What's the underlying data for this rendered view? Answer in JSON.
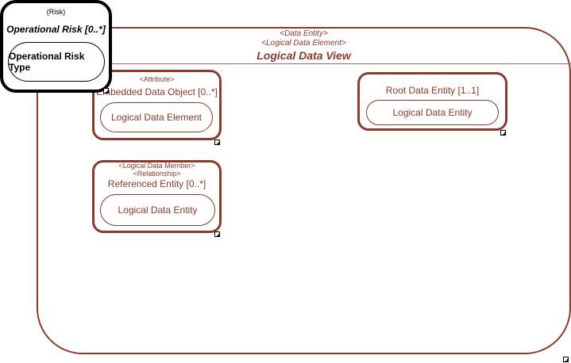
{
  "main": {
    "stereotype_1": "<Data Entity>",
    "stereotype_2": "<Logical Data Element>",
    "title": "Logical Data View"
  },
  "risk": {
    "stereotype": "(Risk)",
    "title": "Operational Risk [0..*]",
    "type_label": "Operational Risk Type"
  },
  "embedded": {
    "stereotype": "<Attribute>",
    "title": "Embedded Data Object [0..*]",
    "type_label": "Logical Data Element"
  },
  "root": {
    "title": "Root Data Entity [1..1]",
    "type_label": "Logical Data Entity"
  },
  "referenced": {
    "stereotype_1": "<Logical Data Member>",
    "stereotype_2": "<Relationship>",
    "title": "Referenced Entity [0..*]",
    "type_label": "Logical Data Entity"
  }
}
